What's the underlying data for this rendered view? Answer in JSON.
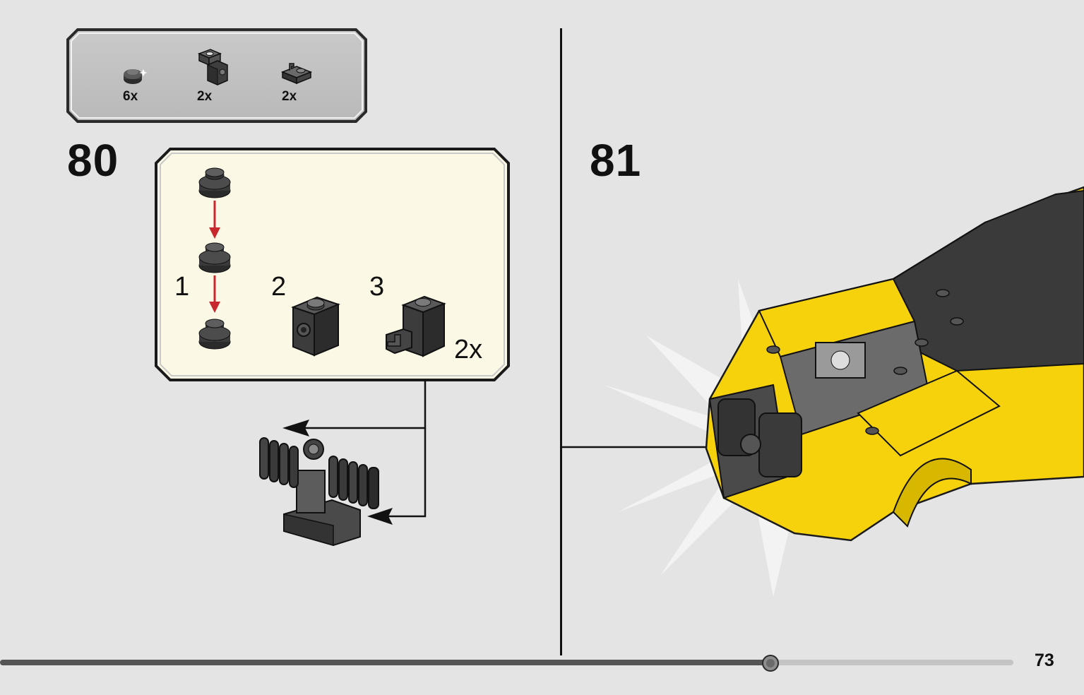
{
  "parts_list": {
    "items": [
      {
        "icon": "round-plate-icon",
        "count": "6x"
      },
      {
        "icon": "bracket-brick-icon",
        "count": "2x"
      },
      {
        "icon": "clip-plate-icon",
        "count": "2x"
      }
    ]
  },
  "step_80": {
    "number": "80",
    "substeps": [
      "1",
      "2",
      "3"
    ],
    "multiplier": "2x"
  },
  "step_81": {
    "number": "81"
  },
  "footer": {
    "page_number": "73",
    "progress_fraction": 0.76
  },
  "colors": {
    "background": "#e4e4e4",
    "callout_fill": "#fbf8e6",
    "arrow_red": "#c8282d",
    "car_yellow": "#f6d20c",
    "part_dark": "#3a3a3a"
  }
}
